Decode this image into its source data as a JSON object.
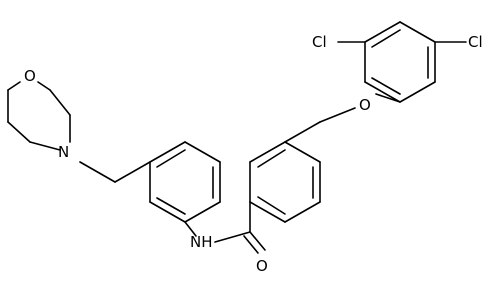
{
  "molecule": {
    "labels": {
      "cl_left": "Cl",
      "cl_right": "Cl",
      "ether_o": "O",
      "morpholine_o": "O",
      "morpholine_n": "N",
      "amide_nh": "NH",
      "carbonyl_o": "O"
    }
  }
}
